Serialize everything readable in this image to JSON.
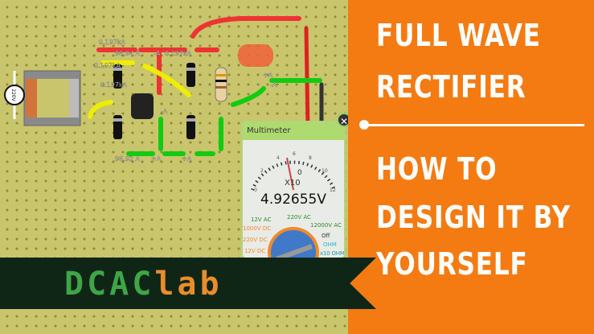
{
  "circuit": {
    "source_label": "220V",
    "current_labels": [
      "0.197kA",
      "98.94 A",
      "0.197kA",
      "0.197kA",
      "-A",
      "0.197kA",
      "-A",
      "98.92 A",
      "+A",
      "+A",
      "+A",
      "-A"
    ]
  },
  "multimeter": {
    "title": "Multimeter",
    "reading": "4.92655V",
    "scale_ticks": [
      "0",
      "2",
      "4",
      "6",
      "8",
      "10",
      "12"
    ],
    "zero_label": "0",
    "multiplier": "X10",
    "ranges": [
      "12V AC",
      "220V AC",
      "12000V AC",
      "1000V DC",
      "220V DC",
      "12V DC",
      "Off",
      "OHM",
      "x10 OHM"
    ],
    "close_label": "✕"
  },
  "title": {
    "line1": "FULL WAVE",
    "line2": "RECTIFIER",
    "line3": "HOW TO",
    "line4": "DESIGN IT BY",
    "line5": "YOURSELF"
  },
  "logo": {
    "part1": "DCAC",
    "part2": "lab"
  },
  "colors": {
    "accent": "#f47b12",
    "banner": "#0f2617",
    "board": "#c9c56c"
  }
}
